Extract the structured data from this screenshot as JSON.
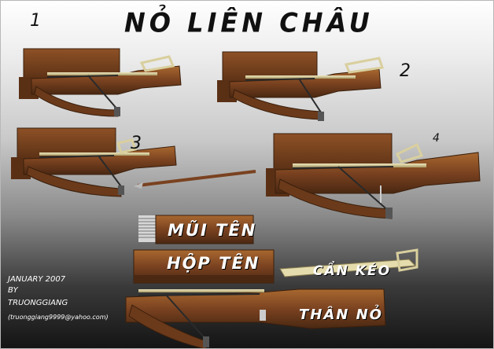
{
  "title": "NỎ LIÊN CHÂU",
  "step_numbers": [
    "1",
    "2",
    "3",
    "4"
  ],
  "credit": {
    "date": "JANUARY 2007",
    "by": "BY",
    "author": "TRUONGGIANG",
    "email": "(truonggiang9999@yahoo.com)"
  },
  "part_labels": {
    "arrows": "MŨI TÊN",
    "magazine": "HỘP TÊN",
    "lever": "CẦN KÉO",
    "stock": "THÂN NỎ"
  },
  "colors": {
    "wood_dark": "#4a2812",
    "wood_mid": "#7a4220",
    "wood_light": "#a8682f",
    "metal": "#d9cf9e",
    "string": "#2a2a2a"
  }
}
